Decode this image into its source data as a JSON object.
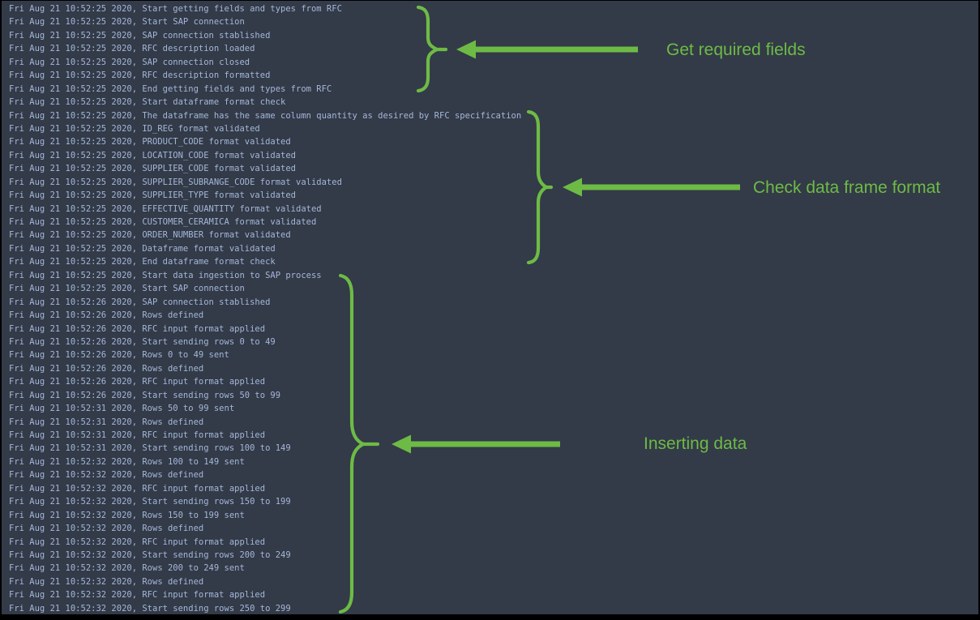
{
  "colors": {
    "background": "#333a48",
    "frame": "#000000",
    "log_text": "#a4b8d8",
    "accent_green": "#6dbb45"
  },
  "console": {
    "lines": [
      "Fri Aug 21 10:52:25 2020, Start getting fields and types from RFC",
      "Fri Aug 21 10:52:25 2020, Start SAP connection",
      "Fri Aug 21 10:52:25 2020, SAP connection stablished",
      "Fri Aug 21 10:52:25 2020, RFC description loaded",
      "Fri Aug 21 10:52:25 2020, SAP connection closed",
      "Fri Aug 21 10:52:25 2020, RFC description formatted",
      "Fri Aug 21 10:52:25 2020, End getting fields and types from RFC",
      "Fri Aug 21 10:52:25 2020, Start dataframe format check",
      "Fri Aug 21 10:52:25 2020, The dataframe has the same column quantity as desired by RFC specification",
      "Fri Aug 21 10:52:25 2020, ID_REG format validated",
      "Fri Aug 21 10:52:25 2020, PRODUCT_CODE format validated",
      "Fri Aug 21 10:52:25 2020, LOCATION_CODE format validated",
      "Fri Aug 21 10:52:25 2020, SUPPLIER_CODE format validated",
      "Fri Aug 21 10:52:25 2020, SUPPLIER_SUBRANGE_CODE format validated",
      "Fri Aug 21 10:52:25 2020, SUPPLIER_TYPE format validated",
      "Fri Aug 21 10:52:25 2020, EFFECTIVE_QUANTITY format validated",
      "Fri Aug 21 10:52:25 2020, CUSTOMER_CERAMICA format validated",
      "Fri Aug 21 10:52:25 2020, ORDER_NUMBER format validated",
      "Fri Aug 21 10:52:25 2020, Dataframe format validated",
      "Fri Aug 21 10:52:25 2020, End dataframe format check",
      "Fri Aug 21 10:52:25 2020, Start data ingestion to SAP process",
      "Fri Aug 21 10:52:25 2020, Start SAP connection",
      "Fri Aug 21 10:52:26 2020, SAP connection stablished",
      "Fri Aug 21 10:52:26 2020, Rows defined",
      "Fri Aug 21 10:52:26 2020, RFC input format applied",
      "Fri Aug 21 10:52:26 2020, Start sending rows 0 to 49",
      "Fri Aug 21 10:52:26 2020, Rows 0 to 49 sent",
      "Fri Aug 21 10:52:26 2020, Rows defined",
      "Fri Aug 21 10:52:26 2020, RFC input format applied",
      "Fri Aug 21 10:52:26 2020, Start sending rows 50 to 99",
      "Fri Aug 21 10:52:31 2020, Rows 50 to 99 sent",
      "Fri Aug 21 10:52:31 2020, Rows defined",
      "Fri Aug 21 10:52:31 2020, RFC input format applied",
      "Fri Aug 21 10:52:31 2020, Start sending rows 100 to 149",
      "Fri Aug 21 10:52:32 2020, Rows 100 to 149 sent",
      "Fri Aug 21 10:52:32 2020, Rows defined",
      "Fri Aug 21 10:52:32 2020, RFC input format applied",
      "Fri Aug 21 10:52:32 2020, Start sending rows 150 to 199",
      "Fri Aug 21 10:52:32 2020, Rows 150 to 199 sent",
      "Fri Aug 21 10:52:32 2020, Rows defined",
      "Fri Aug 21 10:52:32 2020, RFC input format applied",
      "Fri Aug 21 10:52:32 2020, Start sending rows 200 to 249",
      "Fri Aug 21 10:52:32 2020, Rows 200 to 249 sent",
      "Fri Aug 21 10:52:32 2020, Rows defined",
      "Fri Aug 21 10:52:32 2020, RFC input format applied",
      "Fri Aug 21 10:52:32 2020, Start sending rows 250 to 299"
    ]
  },
  "annotations": [
    {
      "label": "Get required fields",
      "groups_log_lines": "1-7"
    },
    {
      "label": "Check data frame format",
      "groups_log_lines": "9-20"
    },
    {
      "label": "Inserting data",
      "groups_log_lines": "21-46"
    }
  ]
}
